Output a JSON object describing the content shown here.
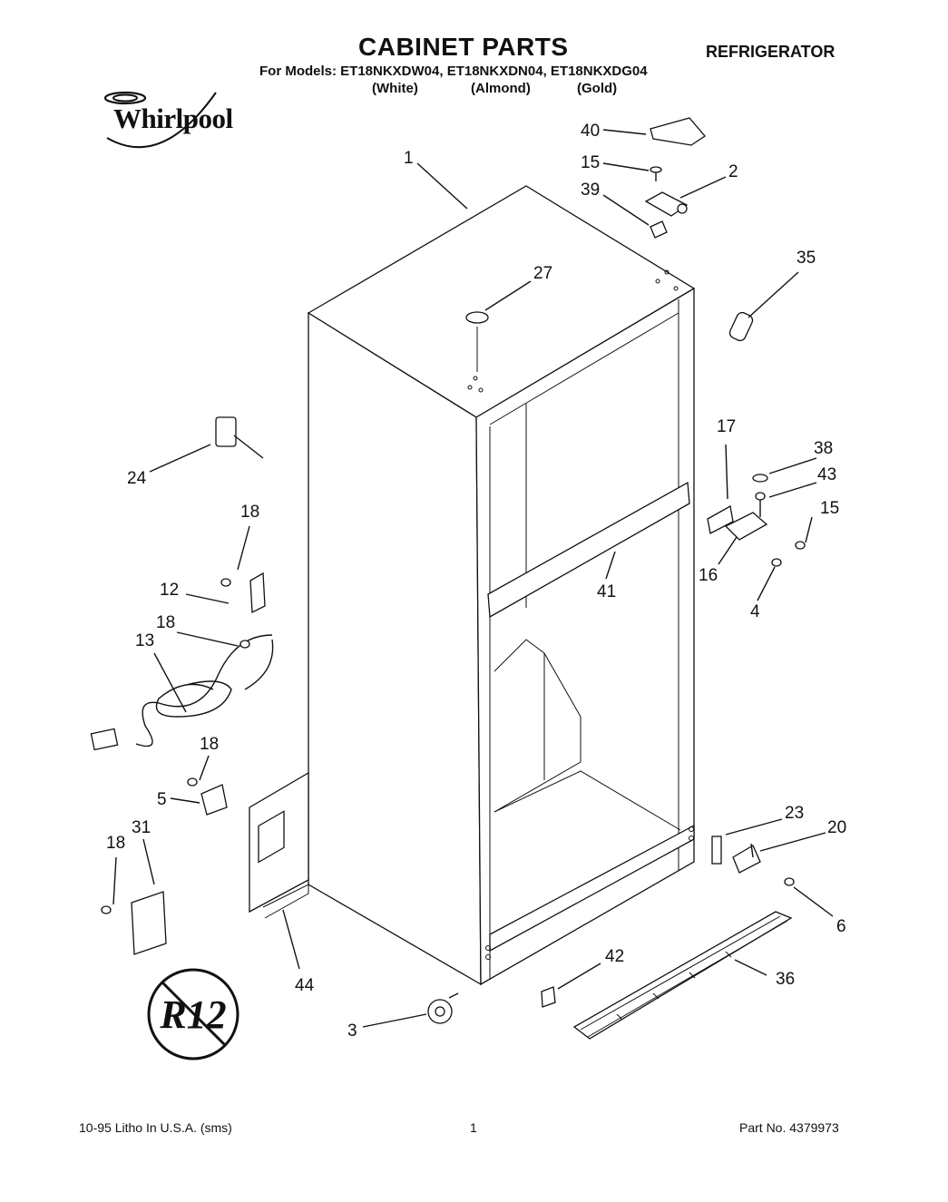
{
  "header": {
    "title": "CABINET PARTS",
    "category": "REFRIGERATOR",
    "models_line": "For Models: ET18NKXDW04, ET18NKXDN04, ET18NKXDG04",
    "variants": [
      "(White)",
      "(Almond)",
      "(Gold)"
    ]
  },
  "logo": {
    "text": "Whirlpool"
  },
  "symbol": {
    "text": "R12"
  },
  "callouts": [
    "1",
    "2",
    "3",
    "4",
    "5",
    "6",
    "12",
    "13",
    "15",
    "15",
    "16",
    "17",
    "18",
    "18",
    "18",
    "18",
    "20",
    "23",
    "24",
    "27",
    "31",
    "35",
    "36",
    "38",
    "39",
    "40",
    "41",
    "42",
    "43",
    "44"
  ],
  "footer": {
    "left": "10-95 Litho In U.S.A. (sms)",
    "center": "1",
    "right": "Part No. 4379973"
  },
  "icons": {
    "logo": "whirlpool-logo-icon",
    "refrigerant": "no-r12-symbol-icon"
  }
}
